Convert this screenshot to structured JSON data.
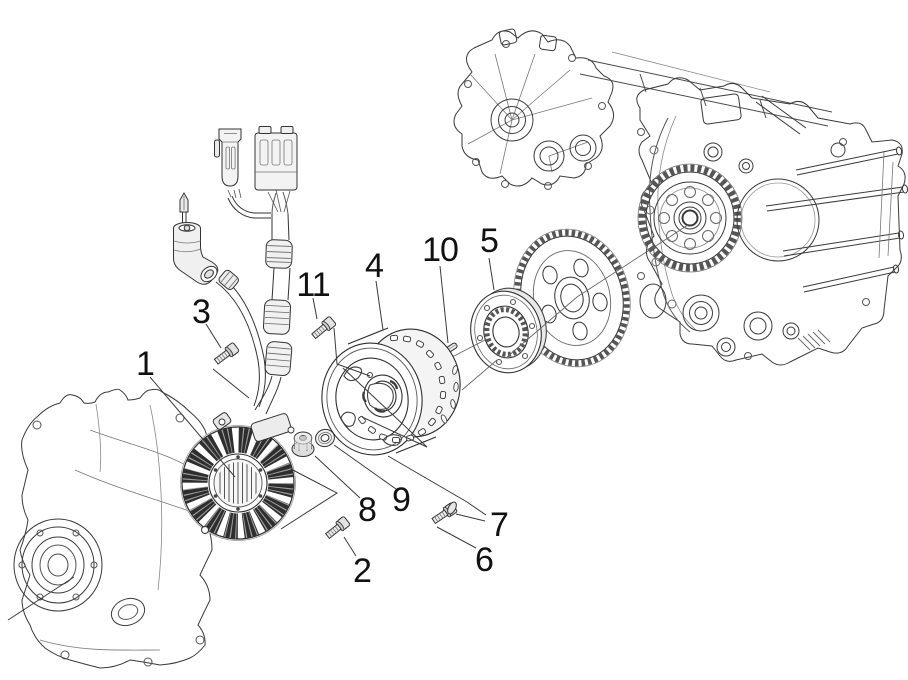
{
  "diagram": {
    "kind": "exploded-parts-diagram",
    "subject": "flywheel-magneto-assembly",
    "background_color": "#ffffff",
    "line_color": "#2a2a2a",
    "label_color": "#111111"
  },
  "parts": [
    {
      "number": "1",
      "name": "stator-assembly"
    },
    {
      "number": "2",
      "name": "stator-screw"
    },
    {
      "number": "3",
      "name": "screw"
    },
    {
      "number": "4",
      "name": "flywheel-magneto"
    },
    {
      "number": "5",
      "name": "starter-clutch-flange"
    },
    {
      "number": "6",
      "name": "screw"
    },
    {
      "number": "7",
      "name": "washer"
    },
    {
      "number": "8",
      "name": "flange-nut"
    },
    {
      "number": "9",
      "name": "washer"
    },
    {
      "number": "10",
      "name": "key"
    },
    {
      "number": "11",
      "name": "screw"
    }
  ]
}
